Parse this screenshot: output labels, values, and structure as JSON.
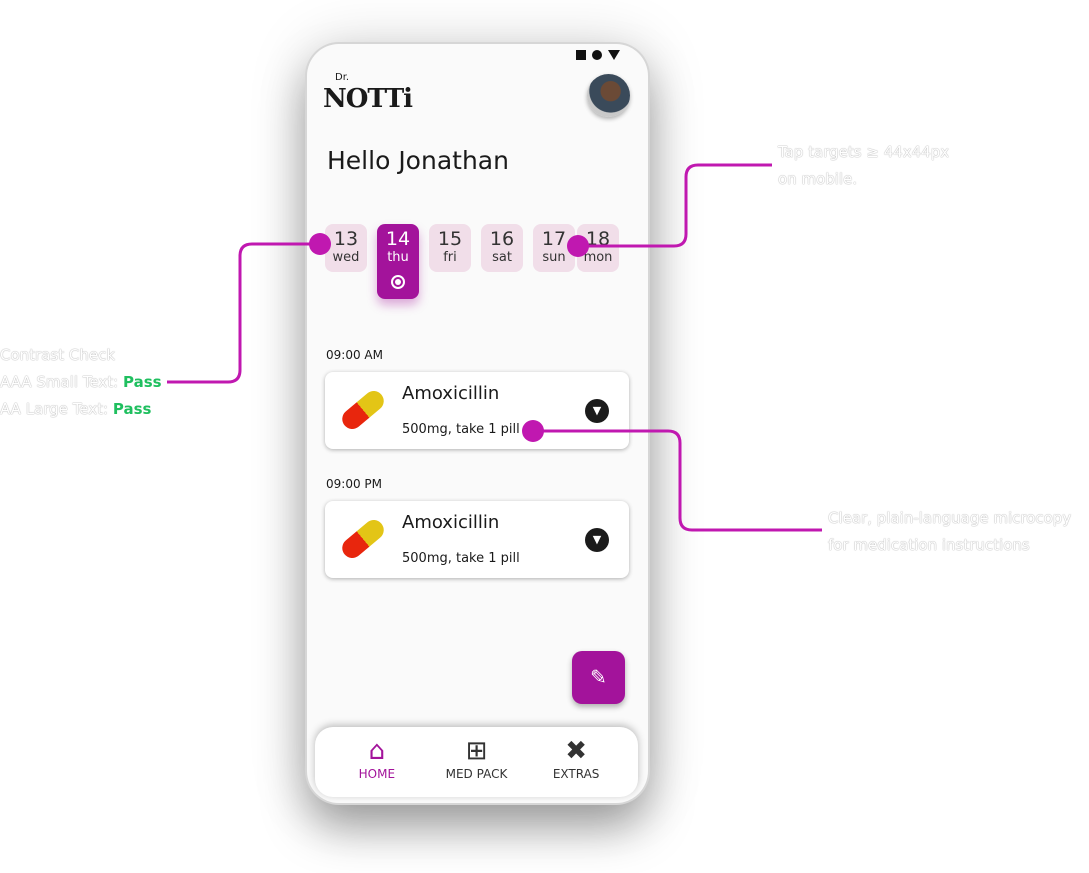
{
  "status_icons": [
    "square-icon",
    "circle-icon",
    "triangle-icon"
  ],
  "logo": {
    "dr": "Dr.",
    "name": "NOTTi"
  },
  "greeting": "Hello Jonathan",
  "days": [
    {
      "num": "13",
      "day": "wed"
    },
    {
      "num": "14",
      "day": "thu",
      "selected": true
    },
    {
      "num": "15",
      "day": "fri"
    },
    {
      "num": "16",
      "day": "sat"
    },
    {
      "num": "17",
      "day": "sun"
    },
    {
      "num": "18",
      "day": "mon"
    }
  ],
  "doses": [
    {
      "time": "09:00 AM",
      "name": "Amoxicillin",
      "instructions": "500mg, take 1 pill"
    },
    {
      "time": "09:00 PM",
      "name": "Amoxicillin",
      "instructions": "500mg, take 1 pill"
    }
  ],
  "nav": [
    {
      "label": "HOME",
      "active": true
    },
    {
      "label": "MED PACK"
    },
    {
      "label": "EXTRAS"
    }
  ],
  "annotations": {
    "contrast": {
      "title": "Contrast Check",
      "aaa": "AAA Small Text:",
      "aa": "AA Large Text:",
      "aaa_result": "Pass",
      "aa_result": "Pass"
    },
    "tap": {
      "line1": "Tap targets ≥ 44x44px",
      "line2": "on mobile."
    },
    "microcopy": {
      "line1": "Clear, plain-language microcopy",
      "line2": "for medication instructions"
    }
  },
  "colors": {
    "accent": "#a3139b",
    "connector": "#c018b0",
    "pass": "#1fbf5f"
  }
}
